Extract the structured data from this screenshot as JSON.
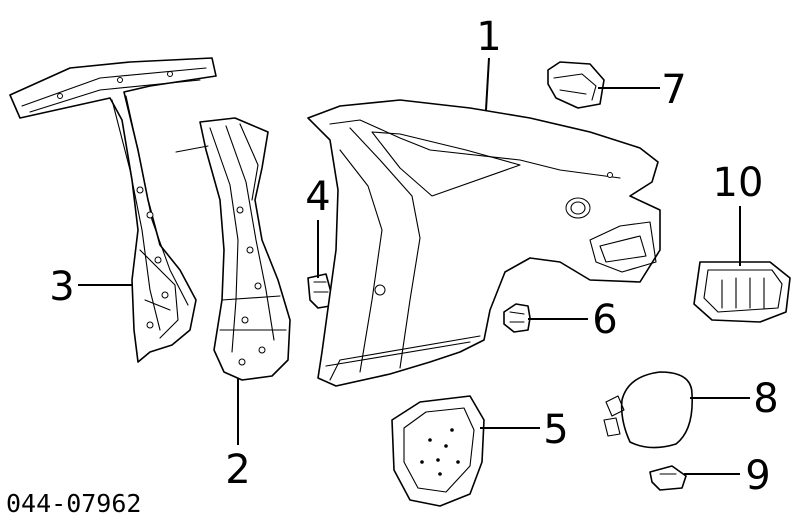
{
  "diagram": {
    "callouts": [
      {
        "id": "1",
        "label": "1"
      },
      {
        "id": "2",
        "label": "2"
      },
      {
        "id": "3",
        "label": "3"
      },
      {
        "id": "4",
        "label": "4"
      },
      {
        "id": "5",
        "label": "5"
      },
      {
        "id": "6",
        "label": "6"
      },
      {
        "id": "7",
        "label": "7"
      },
      {
        "id": "8",
        "label": "8"
      },
      {
        "id": "9",
        "label": "9"
      },
      {
        "id": "10",
        "label": "10"
      }
    ],
    "reference_code": "044-07962"
  }
}
